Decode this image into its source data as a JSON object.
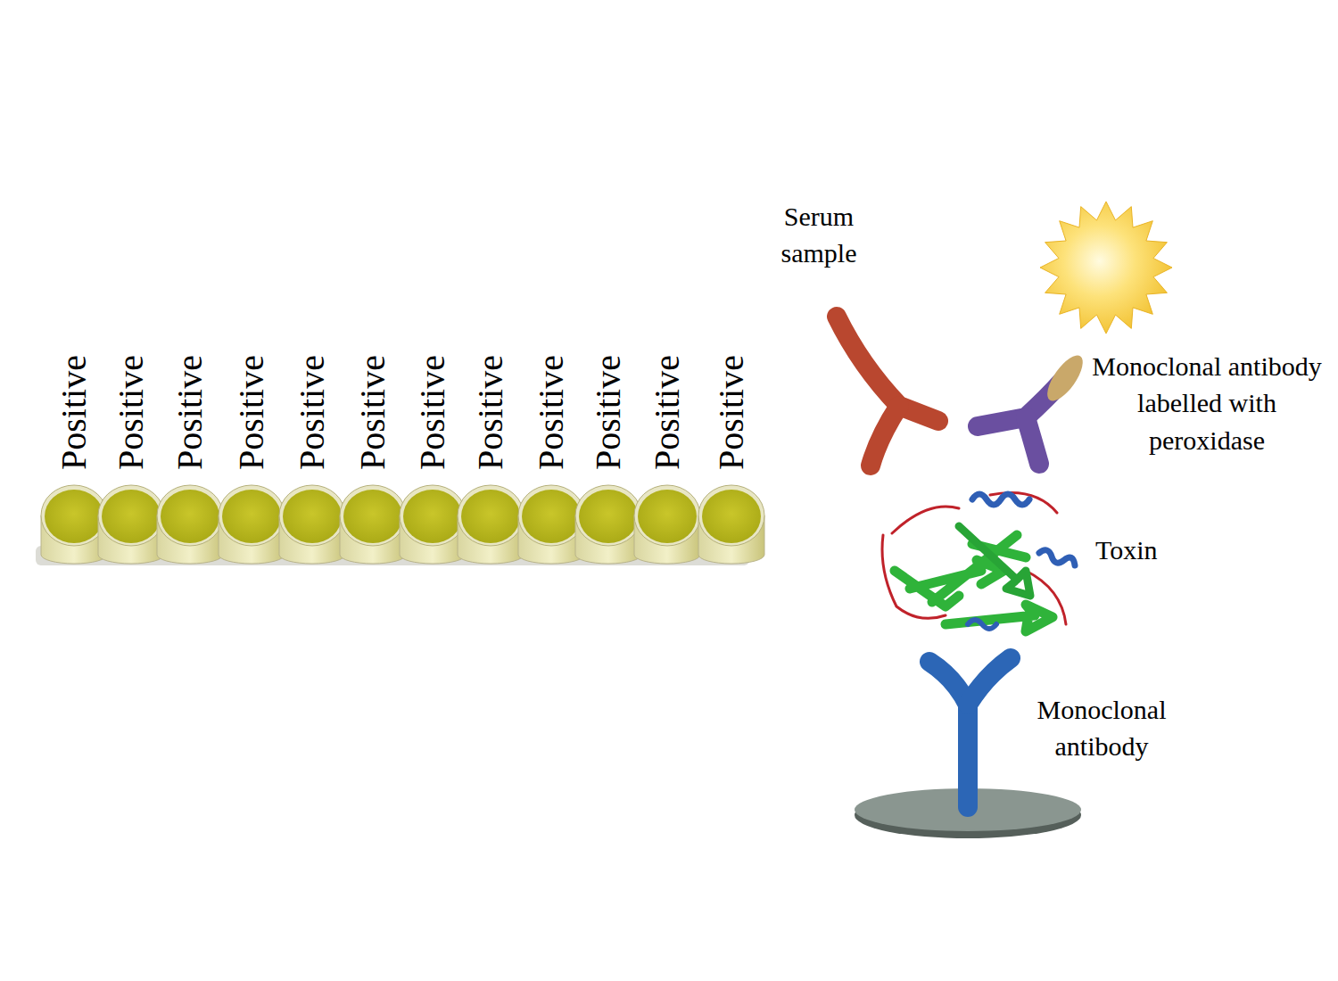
{
  "diagram": {
    "labels": [
      "Positive",
      "Positive",
      "Positive",
      "Positive",
      "Positive",
      "Positive",
      "Positive",
      "Positive",
      "Positive",
      "Positive",
      "Positive",
      "Positive",
      "Serum sample",
      "Monoclonal antibody labelled with peroxidase",
      "Toxin",
      "Monoclonal antibody"
    ]
  }
}
